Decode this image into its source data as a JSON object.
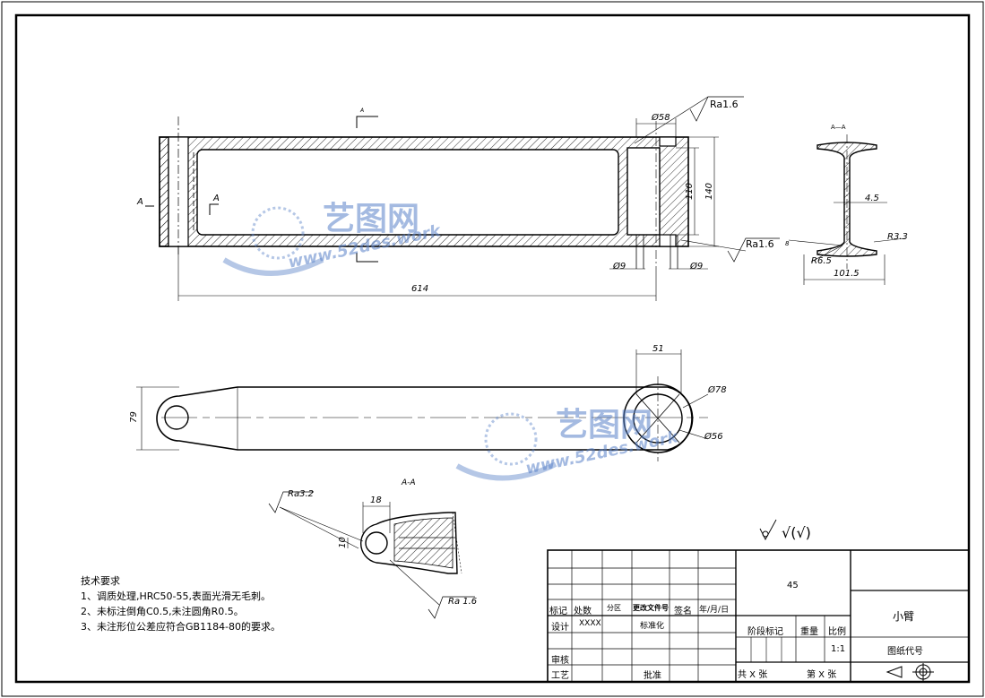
{
  "part": {
    "name": "小臂",
    "material": "45",
    "scale": "1:1",
    "drawing_code_label": "图纸代号"
  },
  "title_block": {
    "headers": [
      "标记",
      "处数",
      "分区",
      "更改文件号",
      "签名",
      "年/月/日"
    ],
    "row_design": [
      "设计",
      "XXXX",
      "标准化"
    ],
    "row_check": "审核",
    "row_process": "工艺",
    "approve": "批准",
    "stage_mark": "阶段标记",
    "weight": "重量",
    "scale_label": "比例",
    "sheets_total": "共 X 张",
    "sheet_no": "第 X 张"
  },
  "tech_requirements": {
    "title": "技术要求",
    "items": [
      "1、调质处理,HRC50-55,表面光滑无毛刺。",
      "2、未标注倒角C0.5,未注圆角R0.5。",
      "3、未注形位公差应符合GB1184-80的要求。"
    ]
  },
  "surface_finish_note": "√(√)",
  "dimensions": {
    "front": {
      "dia_58": "Ø58",
      "ra_top": "Ra1.6",
      "ra_bottom": "Ra1.6",
      "h110": "110",
      "h140": "140",
      "dia_9a": "Ø9",
      "dia_9b": "Ø9",
      "length_614": "614",
      "section_A": "A",
      "section_A2": "A",
      "section_A3": "A"
    },
    "section_AA": {
      "label": "A—A",
      "web": "4.5",
      "r33": "R3.3",
      "r65": "R6.5",
      "width": "101.5",
      "h": "8"
    },
    "top": {
      "d51": "51",
      "dia_78": "Ø78",
      "dia_56": "Ø56",
      "h79": "79"
    },
    "detail": {
      "label": "A-A",
      "ra32": "Ra3.2",
      "d18": "18",
      "d10": "10",
      "ra16": "Ra 1.6"
    }
  },
  "watermark": {
    "brand": "艺图网",
    "url": "www.52des.work"
  },
  "colors": {
    "line": "#000000",
    "watermark": "#5a82c8"
  }
}
